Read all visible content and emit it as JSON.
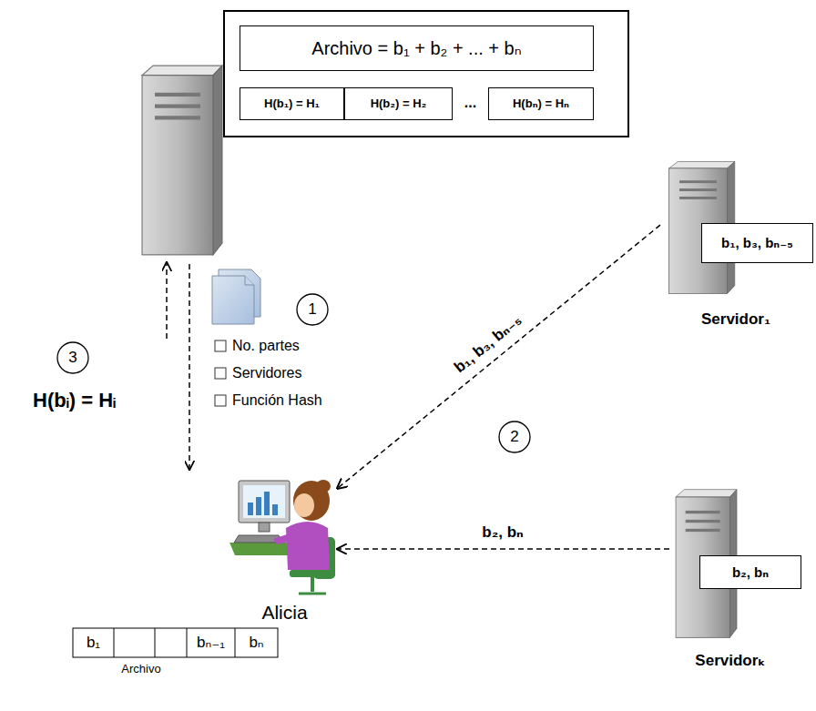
{
  "diagram": {
    "nodes": [
      {
        "text": [
          "Archivo = b₁ + b₂ + ... + bₙ"
        ]
      },
      {
        "text": [
          "H(b₁) = H₁"
        ]
      },
      {
        "text": [
          "H(b₂) = H₂"
        ]
      },
      {
        "text": [
          "H(bₙ) = Hₙ"
        ]
      },
      {
        "text": [
          "b₁, b₃, bₙ₋₅",
          "Servidor₁"
        ]
      },
      {
        "text": [
          "b₂, bₙ",
          "Servidorₖ"
        ]
      },
      {
        "text": [
          "Alicia"
        ]
      }
    ],
    "edges": [
      {
        "from": 4,
        "to": 6,
        "arrow": "to",
        "label": "b₁, b₃, bₙ₋₅"
      },
      {
        "from": 5,
        "to": 6,
        "arrow": "to",
        "label": "b₂, bₙ"
      }
    ],
    "labels": [
      "1",
      "No. partes",
      "Servidores",
      "Función Hash",
      "3",
      "H(bᵢ) = Hᵢ",
      "2",
      "...",
      "b₁",
      "bₙ₋₁",
      "bₙ",
      "Archivo"
    ]
  }
}
